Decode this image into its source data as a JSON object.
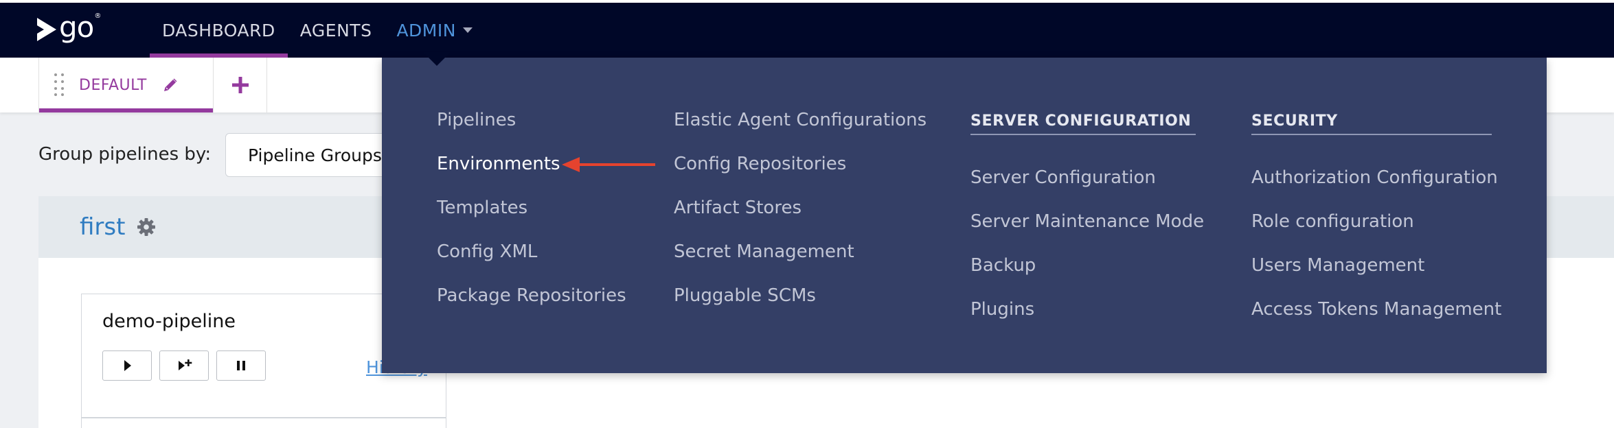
{
  "app": {
    "logo_text": "go",
    "logo_reg": "®"
  },
  "nav": {
    "dashboard": "DASHBOARD",
    "agents": "AGENTS",
    "admin": "ADMIN"
  },
  "tabs": {
    "default_label": "DEFAULT"
  },
  "groupby": {
    "label": "Group pipelines by:",
    "selected": "Pipeline Groups"
  },
  "pipeline_group": {
    "title": "first",
    "pipeline": {
      "name": "demo-pipeline",
      "history_label": "History"
    }
  },
  "admin_menu": {
    "col1": [
      "Pipelines",
      "Environments",
      "Templates",
      "Config XML",
      "Package Repositories"
    ],
    "col2": [
      "Elastic Agent Configurations",
      "Config Repositories",
      "Artifact Stores",
      "Secret Management",
      "Pluggable SCMs"
    ],
    "server_configuration": {
      "heading": "SERVER CONFIGURATION",
      "items": [
        "Server Configuration",
        "Server Maintenance Mode",
        "Backup",
        "Plugins"
      ]
    },
    "security": {
      "heading": "SECURITY",
      "items": [
        "Authorization Configuration",
        "Role configuration",
        "Users Management",
        "Access Tokens Management"
      ]
    }
  },
  "colors": {
    "nav_bg": "#000728",
    "accent_purple": "#943a9e",
    "link_blue": "#4f94db",
    "dropdown_bg": "#343f66",
    "annotation_red": "#e5432e"
  }
}
